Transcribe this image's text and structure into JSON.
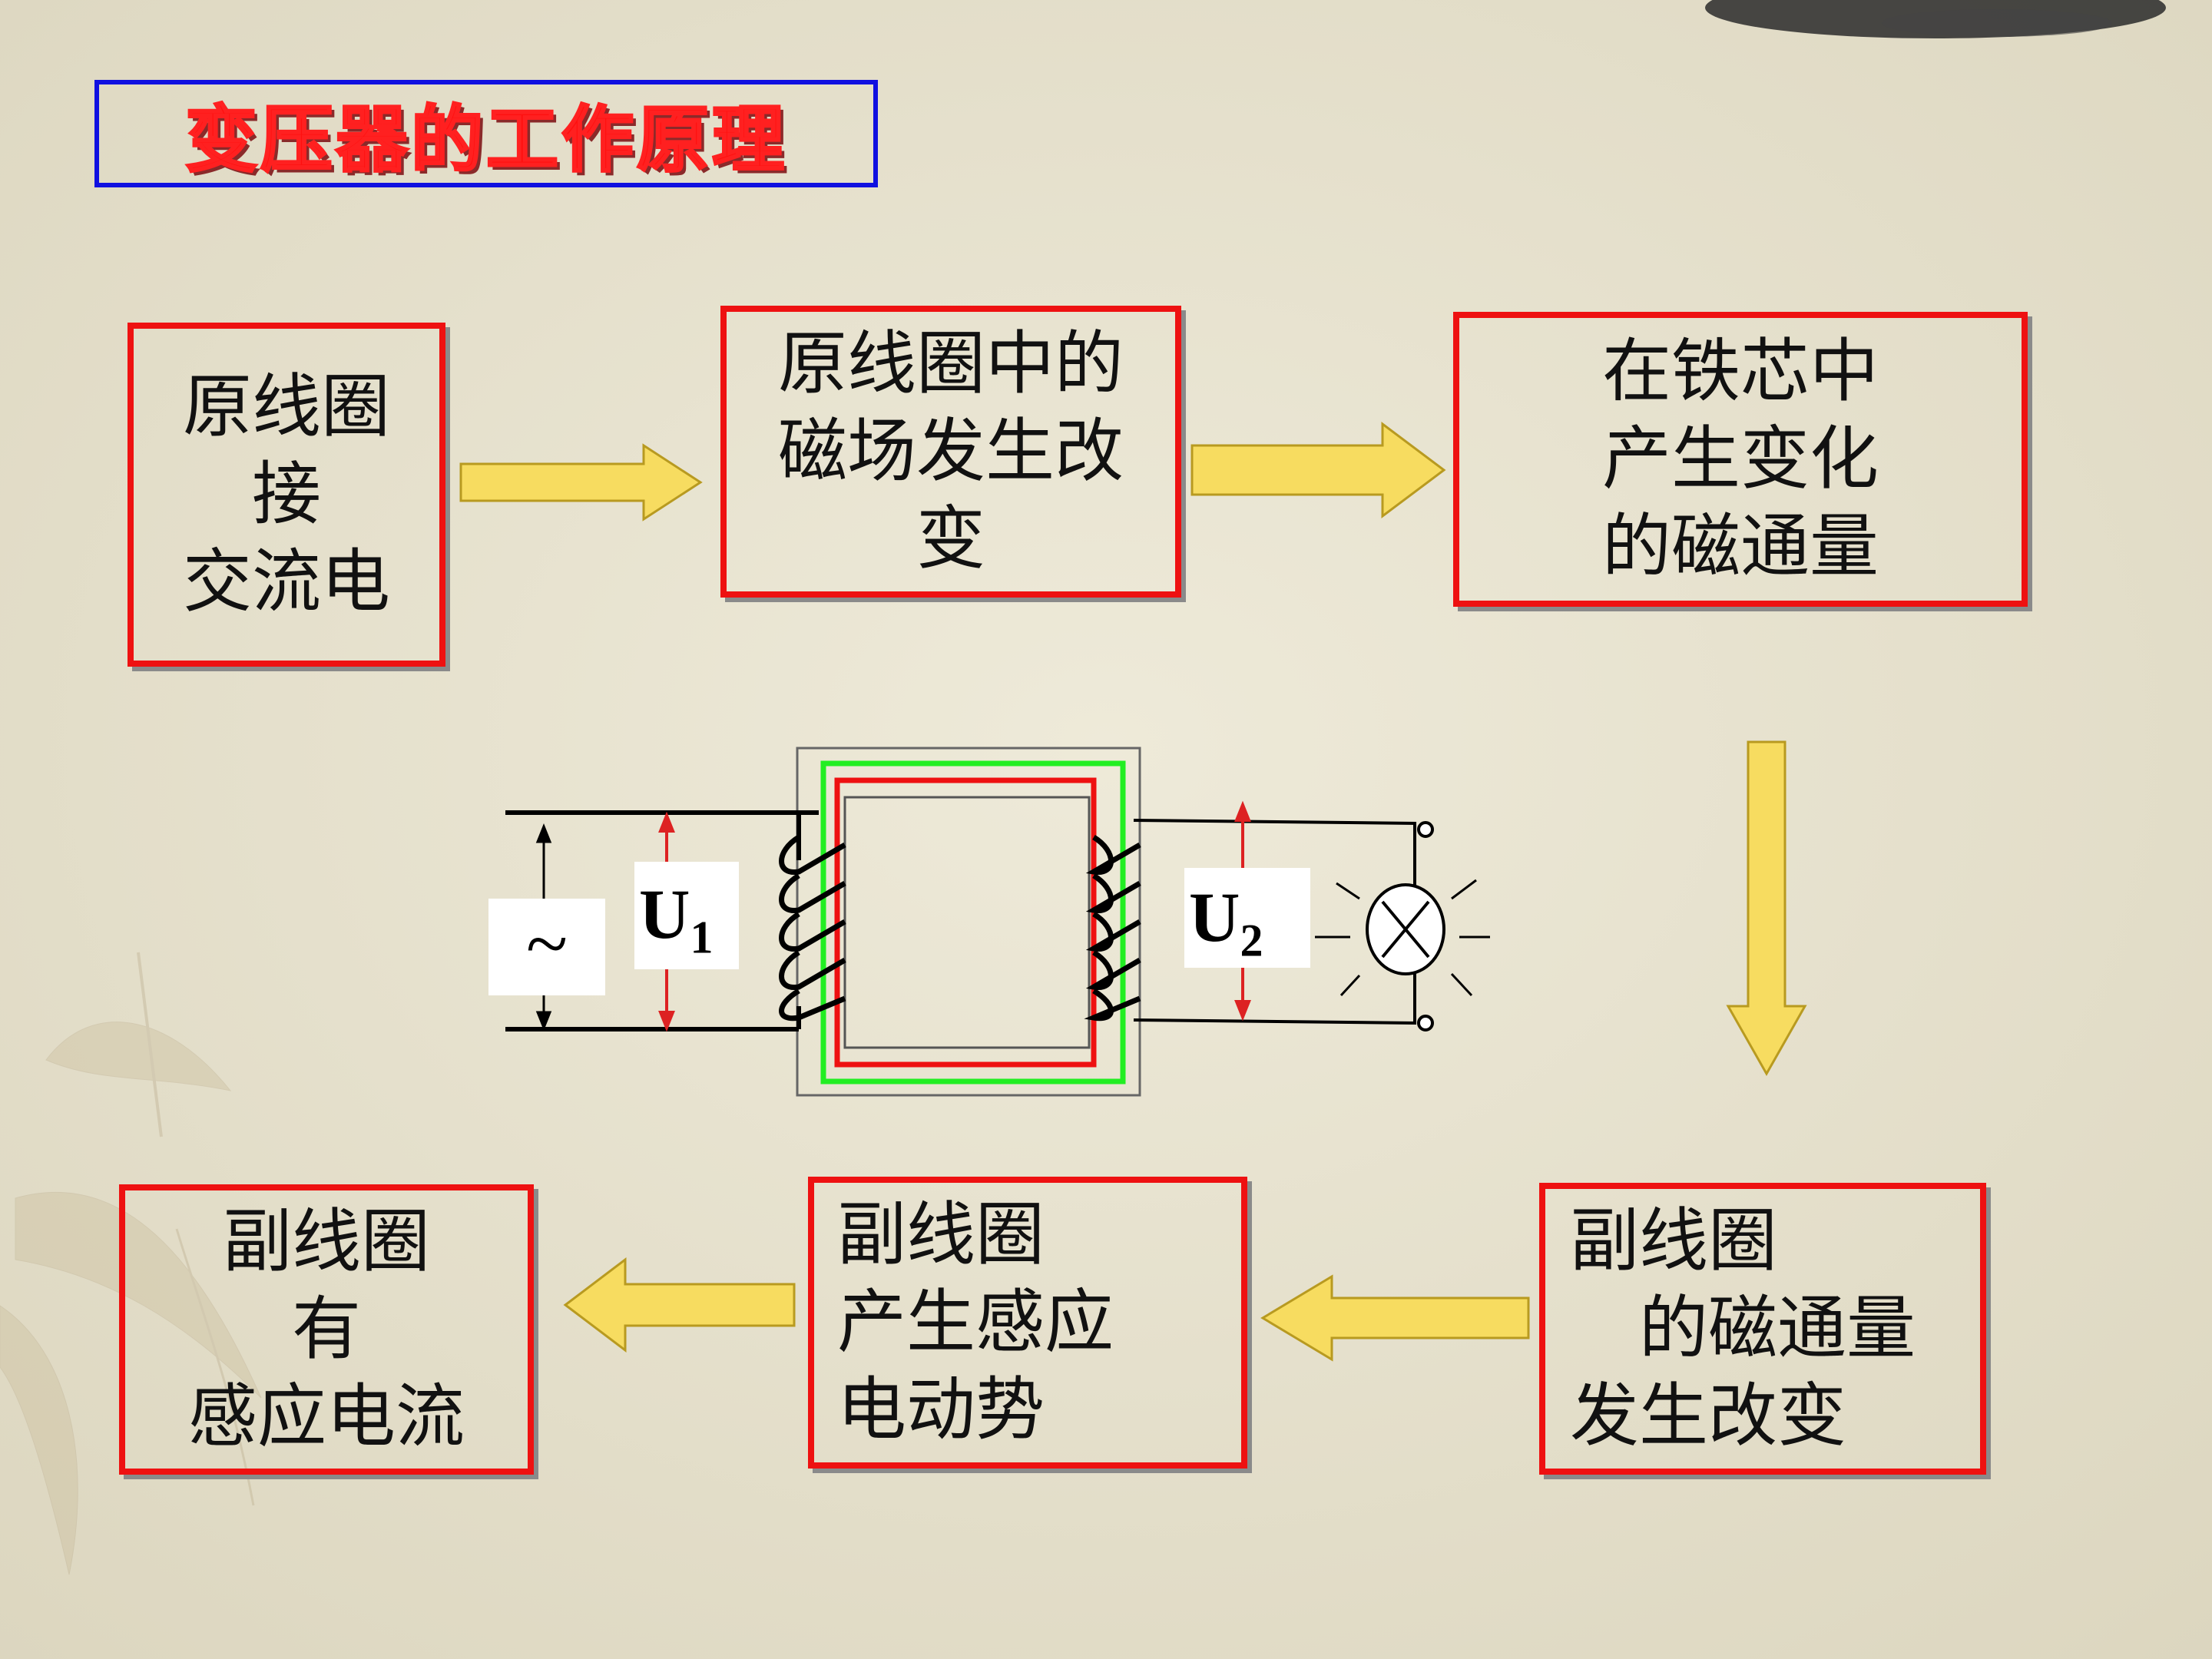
{
  "title": "变压器的工作原理",
  "steps": [
    {
      "id": "primary-ac",
      "lines": [
        "原线圈",
        "接",
        "交流电"
      ]
    },
    {
      "id": "primary-field",
      "lines": [
        "原线圈中的",
        "磁场发生改",
        "变"
      ]
    },
    {
      "id": "core-flux",
      "lines": [
        "在铁芯中",
        "产生变化",
        "的磁通量"
      ]
    },
    {
      "id": "secondary-flux",
      "lines": [
        "副线圈",
        "　的磁通量",
        "发生改变"
      ]
    },
    {
      "id": "secondary-emf",
      "lines": [
        "副线圈",
        "产生感应",
        "电动势"
      ]
    },
    {
      "id": "secondary-current",
      "lines": [
        "副线圈",
        "有",
        "感应电流"
      ]
    }
  ],
  "circuit": {
    "source_symbol": "~",
    "u1": {
      "main": "U",
      "sub": "1"
    },
    "u2": {
      "main": "U",
      "sub": "2"
    }
  },
  "colors": {
    "box_border": "#ee1111",
    "title_border": "#1010e0",
    "title_text": "#ff1010",
    "arrow_fill": "#f7dc60",
    "arrow_stroke": "#b89a20",
    "core_green": "#22ee22",
    "core_red": "#ee1111"
  }
}
